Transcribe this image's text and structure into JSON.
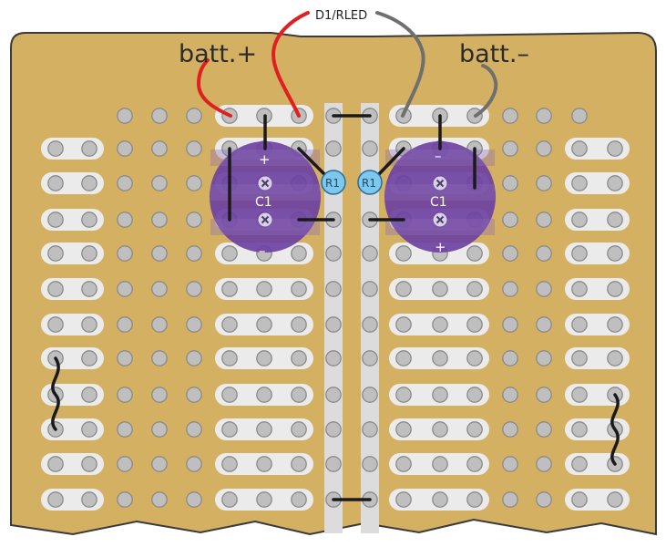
{
  "labels": {
    "batt_plus": "batt.+",
    "batt_minus": "batt.–",
    "d1_rled": "D1/RLED",
    "c1_left": "C1",
    "c1_right": "C1",
    "r1_left": "R1",
    "r1_right": "R1",
    "plus_top_left": "+",
    "minus_bottom_left": "–",
    "minus_top_right": "–",
    "plus_bottom_right": "+"
  },
  "colors": {
    "board": "#d4b063",
    "board_edge": "#3a3a3a",
    "hole": "#bfbfbf",
    "hole_stroke": "#8a8a8a",
    "strip": "#ebebeb",
    "vertical_strip": "#dcdcdc",
    "capacitor": "#6b3fa0",
    "capacitor_band": "#8a6ab8",
    "resistor": "#7ec8ee",
    "wire_red": "#e02020",
    "wire_grey": "#6f6f6f",
    "link": "#1a1a1a"
  },
  "icons": {
    "capacitor_pin": "x-mark-icon"
  }
}
